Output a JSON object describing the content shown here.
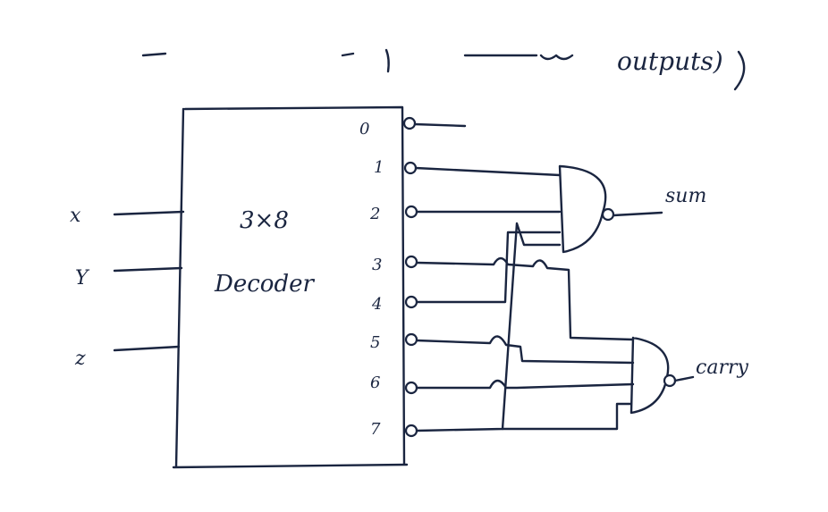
{
  "header_text": "outputs)",
  "decoder": {
    "line1": "3×8",
    "line2": "Decoder"
  },
  "inputs": [
    "x",
    "Y",
    "z"
  ],
  "output_indices": [
    "0",
    "1",
    "2",
    "3",
    "4",
    "5",
    "6",
    "7"
  ],
  "gates": [
    {
      "output_label": "sum"
    },
    {
      "output_label": "carry"
    }
  ]
}
